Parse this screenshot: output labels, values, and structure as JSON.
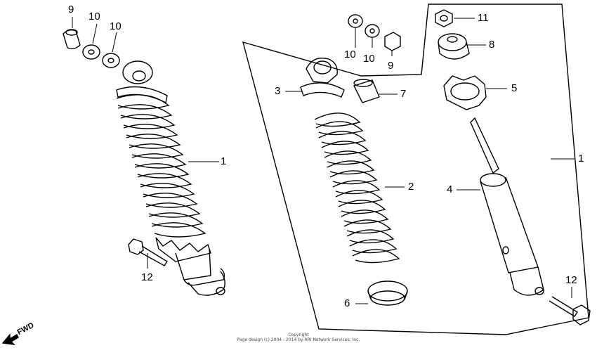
{
  "diagram": {
    "callouts": {
      "c1_left": "1",
      "c1_right": "1",
      "c2": "2",
      "c3": "3",
      "c4": "4",
      "c5": "5",
      "c6": "6",
      "c7": "7",
      "c8": "8",
      "c9_left": "9",
      "c9_right": "9",
      "c10_a": "10",
      "c10_b": "10",
      "c10_c": "10",
      "c10_d": "10",
      "c11": "11",
      "c12_left": "12",
      "c12_right": "12"
    },
    "fwd_label": "FWD",
    "copyright_line1": "Copyright",
    "copyright_line2": "Page design (c) 2004 - 2014 by ARI Network Services, Inc."
  }
}
